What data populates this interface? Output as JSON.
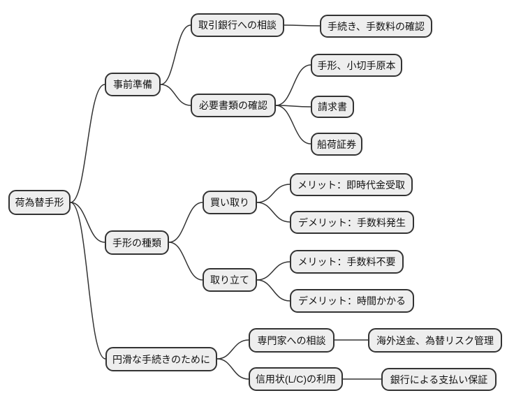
{
  "colors": {
    "background": "#ffffff",
    "node_fill": "#eeeeee",
    "node_border": "#333333",
    "edge_stroke": "#333333",
    "text": "#111111"
  },
  "mindmap": {
    "type": "mindmap-diagram",
    "root": {
      "label": "荷為替手形",
      "children": [
        {
          "label": "事前準備",
          "children": [
            {
              "label": "取引銀行への相談",
              "children": [
                {
                  "label": "手続き、手数料の確認"
                }
              ]
            },
            {
              "label": "必要書類の確認",
              "children": [
                {
                  "label": "手形、小切手原本"
                },
                {
                  "label": "請求書"
                },
                {
                  "label": "船荷証券"
                }
              ]
            }
          ]
        },
        {
          "label": "手形の種類",
          "children": [
            {
              "label": "買い取り",
              "children": [
                {
                  "label": "メリット：即時代金受取"
                },
                {
                  "label": "デメリット：手数料発生"
                }
              ]
            },
            {
              "label": "取り立て",
              "children": [
                {
                  "label": "メリット：手数料不要"
                },
                {
                  "label": "デメリット：時間かかる"
                }
              ]
            }
          ]
        },
        {
          "label": "円滑な手続きのために",
          "children": [
            {
              "label": "専門家への相談",
              "children": [
                {
                  "label": "海外送金、為替リスク管理"
                }
              ]
            },
            {
              "label": "信用状(L/C)の利用",
              "children": [
                {
                  "label": "銀行による支払い保証"
                }
              ]
            }
          ]
        }
      ]
    }
  }
}
